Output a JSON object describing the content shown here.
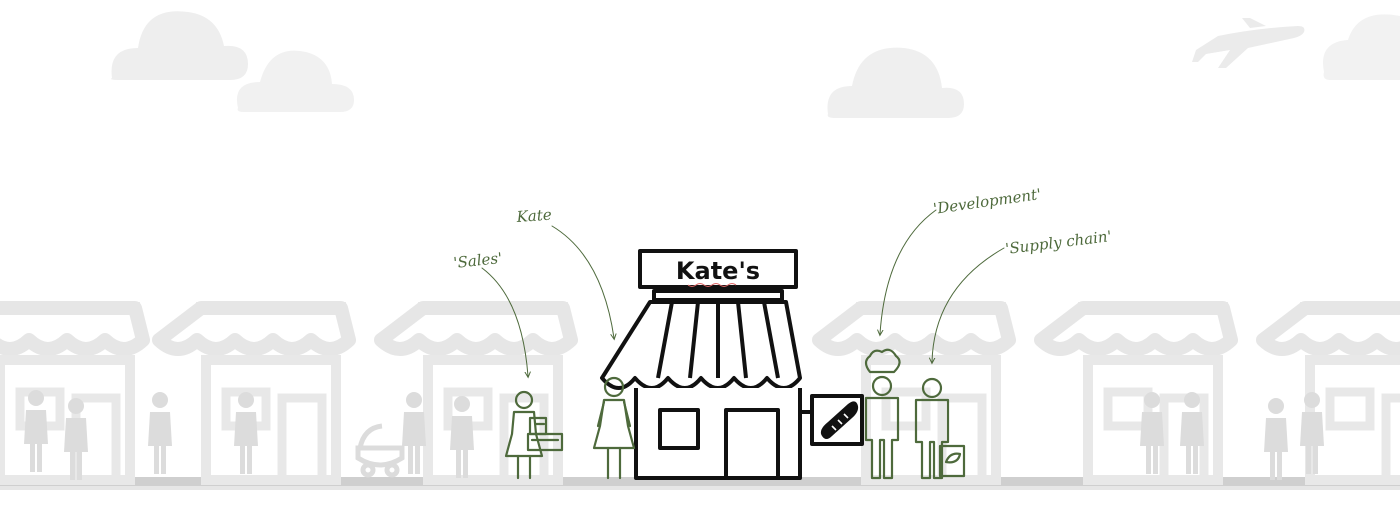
{
  "shop": {
    "sign": "Kate's"
  },
  "labels": {
    "sales": "'Sales'",
    "kate": "Kate",
    "development": "'Development'",
    "supply_chain": "'Supply chain'"
  },
  "colors": {
    "accent_green": "#4e6a3c",
    "background_shop_gray": "#e7e7e7",
    "cloud_gray": "#eeeeee",
    "ground_gray": "#cfcfcf",
    "ink": "#111111"
  },
  "icons": {
    "baguette": "baguette-icon",
    "cash_register": "cash-register-icon",
    "chef_hat": "chef-hat-icon",
    "grocery_bag": "grocery-bag-icon",
    "airplane": "airplane-icon"
  }
}
